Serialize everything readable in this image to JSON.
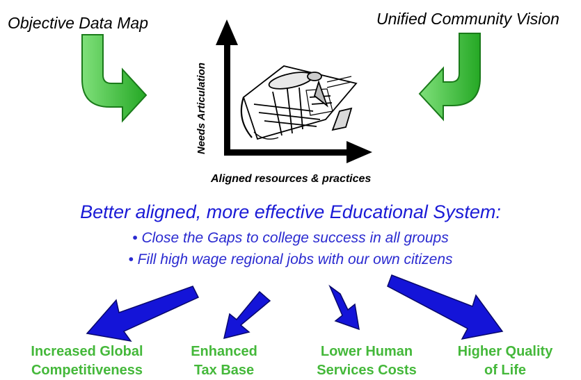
{
  "inputs": {
    "left_label": "Objective Data Map",
    "right_label": "Unified Community Vision"
  },
  "axes": {
    "y_label": "Needs Articulation",
    "x_label": "Aligned resources & practices"
  },
  "result": {
    "headline": "Better aligned, more effective Educational System:",
    "bullets": [
      "• Close the Gaps to college success in all groups",
      "• Fill high wage regional jobs with our own citizens"
    ]
  },
  "outcomes": [
    {
      "line1": "Increased Global",
      "line2": "Competitiveness"
    },
    {
      "line1": "Enhanced",
      "line2": "Tax Base"
    },
    {
      "line1": "Lower Human",
      "line2": "Services Costs"
    },
    {
      "line1": "Higher Quality",
      "line2": "of Life"
    }
  ],
  "colors": {
    "green_arrow": "#3cc43c",
    "blue_arrow": "#1414d8",
    "headline": "#1a1ad6",
    "outcome_text": "#44b83a"
  },
  "icons": [
    "blueprint-scroll-icon"
  ]
}
